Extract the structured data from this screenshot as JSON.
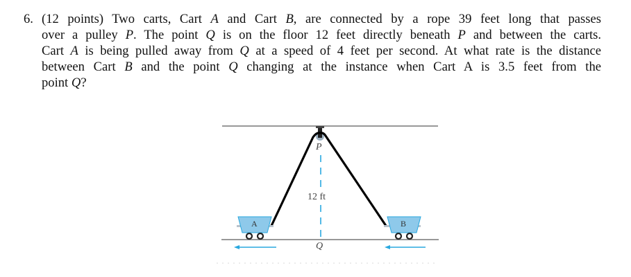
{
  "problem": {
    "number": "6.",
    "lines": [
      [
        "(12 points) Two carts, Cart ",
        {
          "v": "A"
        },
        " and Cart ",
        {
          "v": "B"
        },
        ", are connected by a rope 39 feet long that passes"
      ],
      [
        "over a pulley ",
        {
          "v": "P"
        },
        ". The point ",
        {
          "v": "Q"
        },
        " is on the floor 12 feet directly beneath ",
        {
          "v": "P"
        },
        " and between the carts."
      ],
      [
        "Cart ",
        {
          "v": "A"
        },
        " is being pulled away from ",
        {
          "v": "Q"
        },
        " at a speed of 4 feet per second. At what rate is the distance"
      ],
      [
        "between Cart ",
        {
          "v": "B"
        },
        " and the point ",
        {
          "v": "Q"
        },
        " changing at the instance when Cart A is 3.5 feet from the"
      ],
      [
        "point ",
        {
          "v": "Q"
        },
        "?"
      ]
    ],
    "points": "12 points",
    "rope_length_ft": 39,
    "height_ft": 12,
    "speed_ft_per_s": 4,
    "distance_a_ft": 3.5
  },
  "figure": {
    "pulley_label": "P",
    "height_label": "12 ft",
    "floor_point_label": "Q",
    "cart_a_label": "A",
    "cart_b_label": "B",
    "colors": {
      "cart_fill": "#8ec9ea",
      "cart_stroke": "#29a8df",
      "dash": "#29a8df",
      "arrow": "#29a8df",
      "rope": "#000000",
      "line": "#777777",
      "pulley": "#9fb3c4"
    }
  }
}
